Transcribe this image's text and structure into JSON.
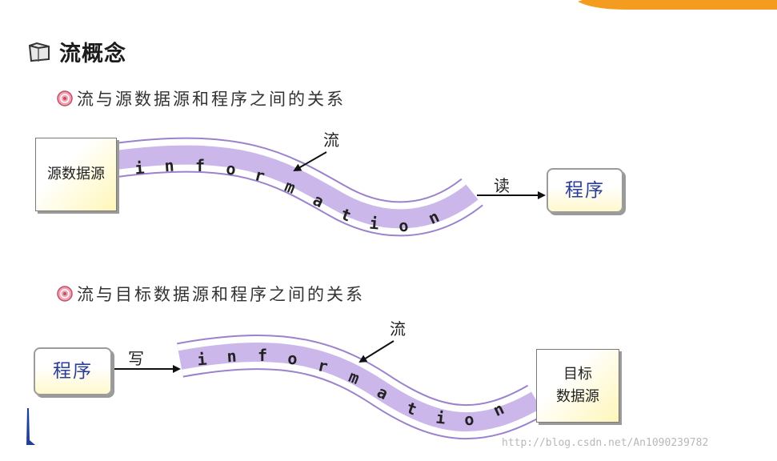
{
  "heading": {
    "title": "流概念",
    "icon": "folder-icon"
  },
  "top_section": {
    "title": "流与源数据源和程序之间的关系",
    "source_box": "源数据源",
    "stream_label": "流",
    "stream_word": "information",
    "action_label": "读",
    "target_box": "程序"
  },
  "bottom_section": {
    "title": "流与目标数据源和程序之间的关系",
    "source_box": "程序",
    "action_label": "写",
    "stream_label": "流",
    "stream_word": "information",
    "target_box_line1": "目标",
    "target_box_line2": "数据源"
  },
  "watermark": "http://blog.csdn.net/An1090239782",
  "colors": {
    "stream_fill": "#cbb7ea",
    "stream_edge": "#9a82cc",
    "accent_orange": "#f5a623"
  }
}
